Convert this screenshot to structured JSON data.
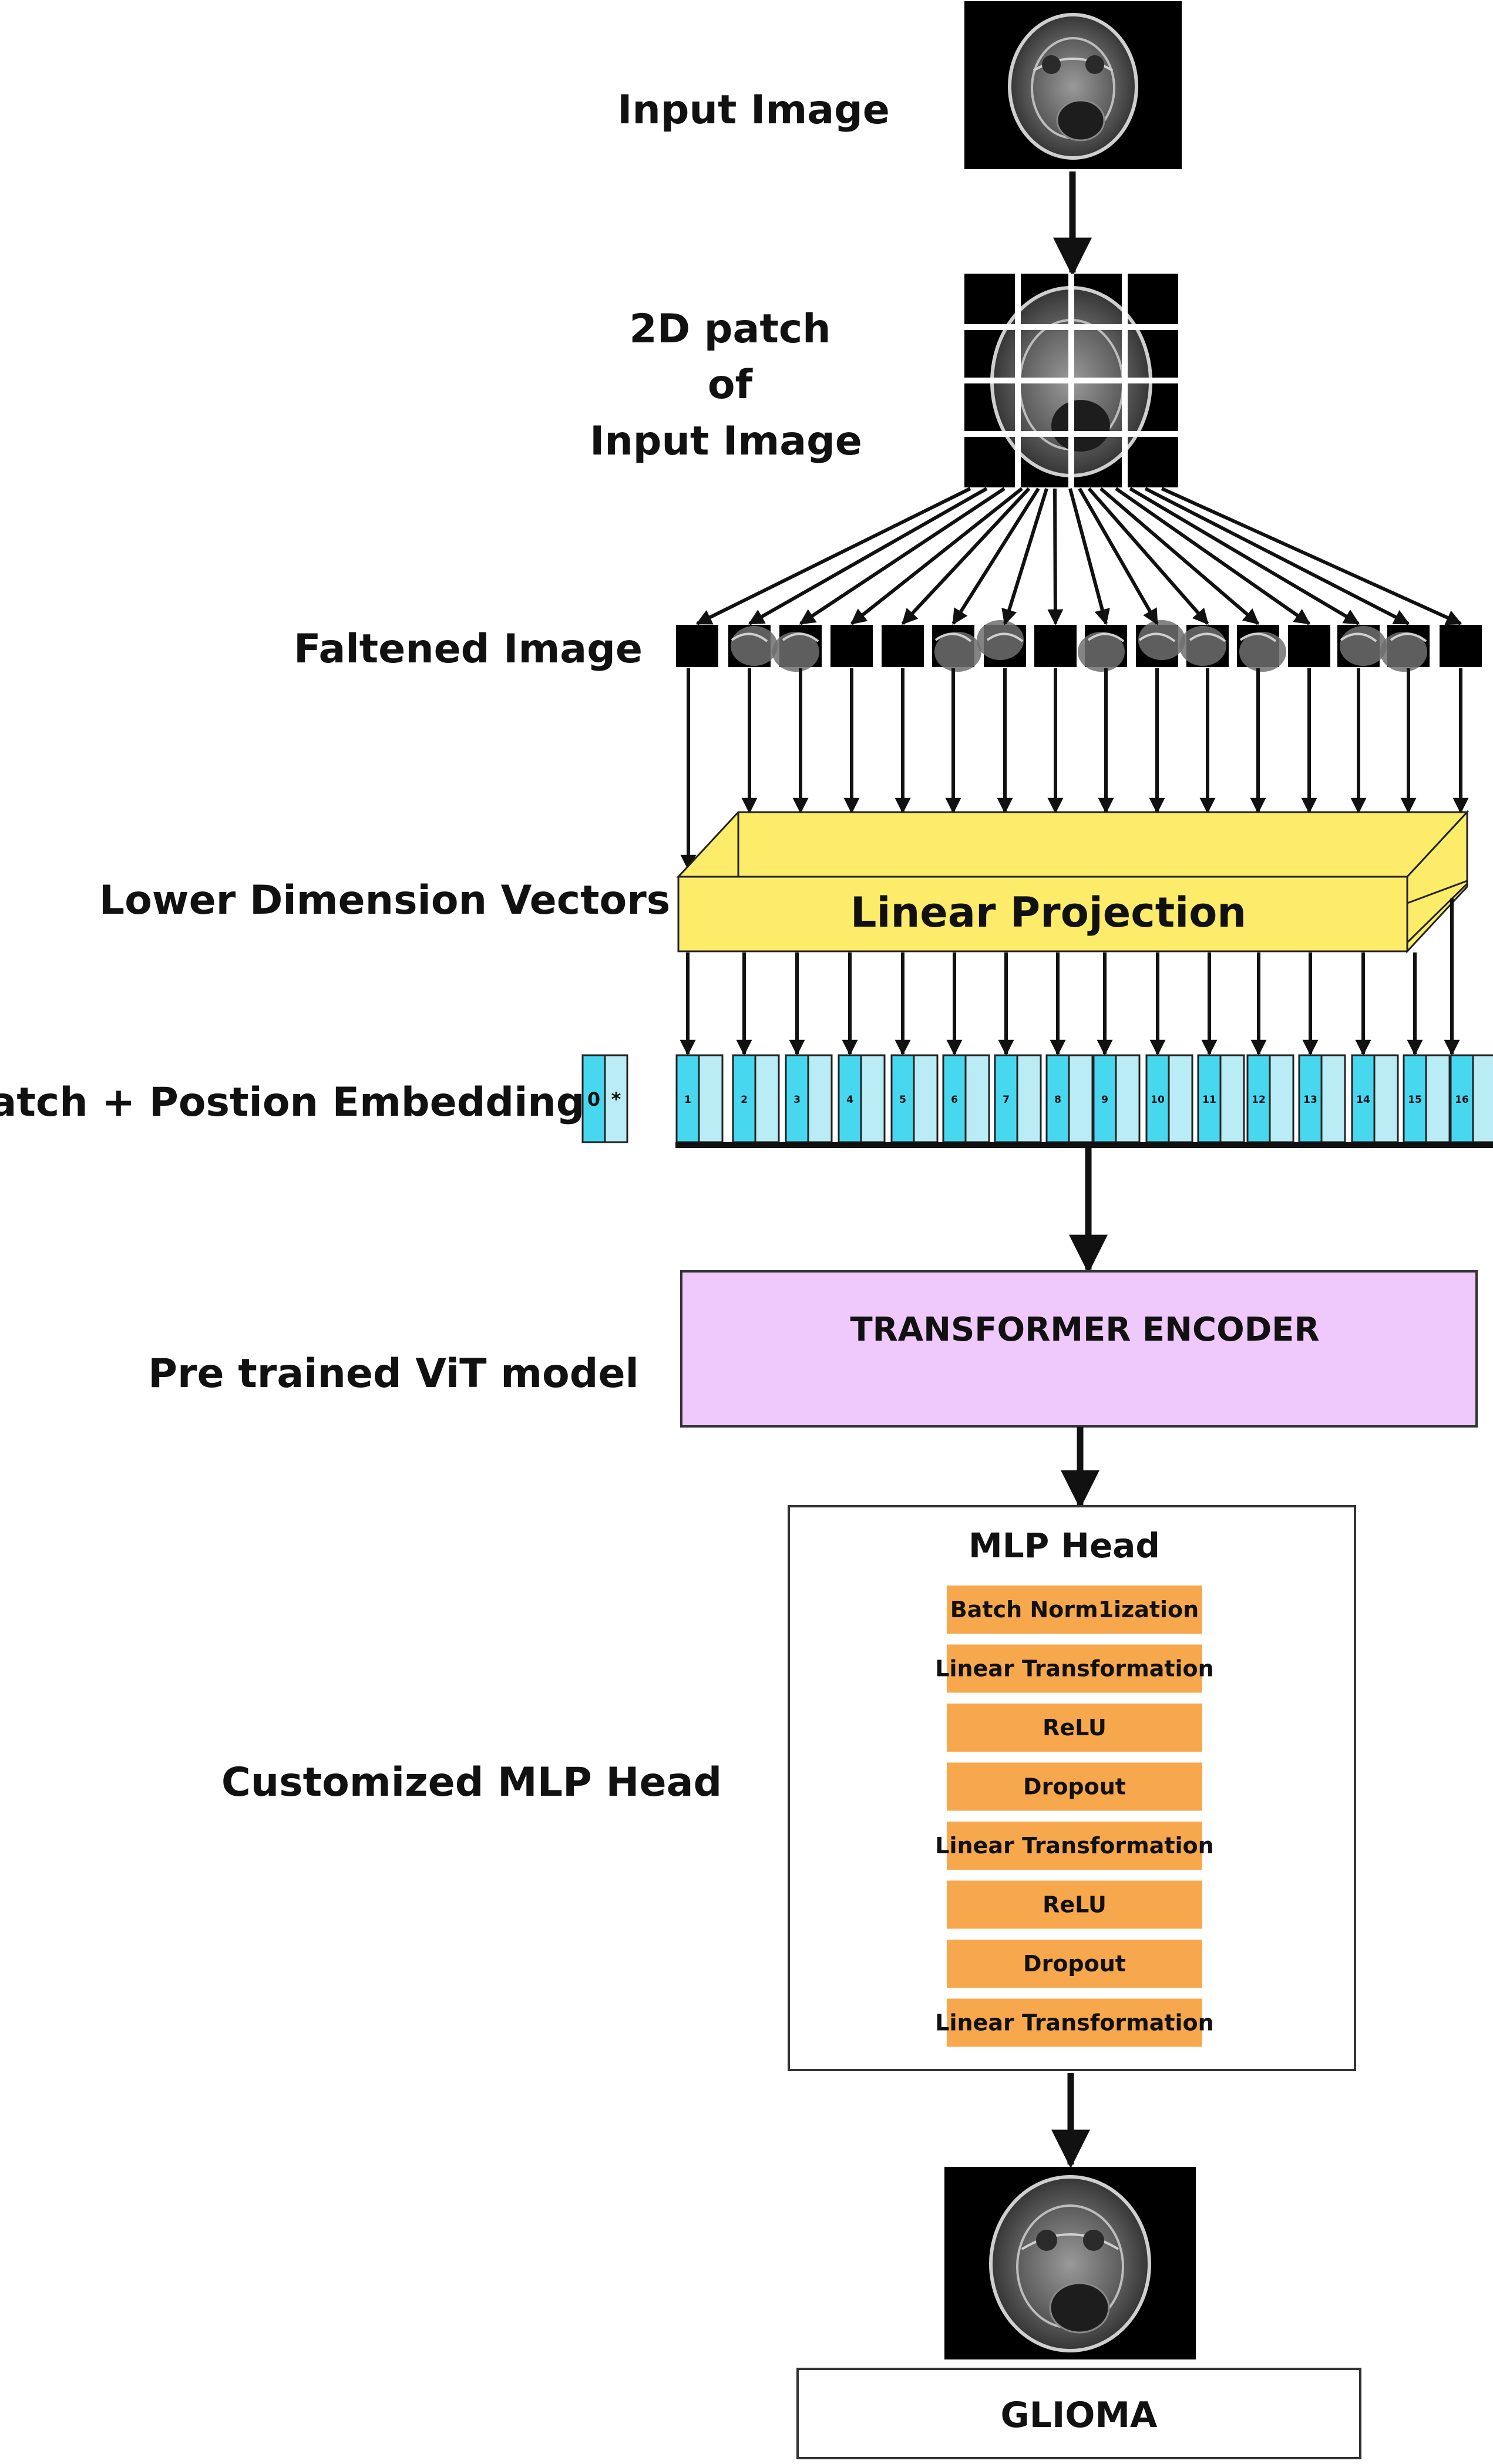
{
  "labels": {
    "input_image": "Input Image",
    "patch_line1": "2D patch",
    "patch_line2": "of",
    "patch_line3": "Input Image",
    "flattened": "Faltened Image",
    "lower_dim": "Lower Dimension Vectors",
    "embedding": "Patch + Postion Embedding",
    "pretrained": "Pre trained ViT model",
    "custom_head": "Customized MLP Head"
  },
  "linear_projection": "Linear Projection",
  "cls_token": {
    "index": "0",
    "marker": "*"
  },
  "patch_numbers": [
    "1",
    "2",
    "3",
    "4",
    "5",
    "6",
    "7",
    "8",
    "9",
    "10",
    "11",
    "12",
    "13",
    "14",
    "15",
    "16"
  ],
  "encoder": "TRANSFORMER ENCODER",
  "mlp_head": {
    "title": "MLP Head",
    "layers": [
      "Batch Norm1ization",
      "Linear Transformation",
      "ReLU",
      "Dropout",
      "Linear Transformation",
      "ReLU",
      "Dropout",
      "Linear Transformation"
    ]
  },
  "output_label": "GLIOMA",
  "colors": {
    "projection": "#fcec6a",
    "embedding_dark": "#47d8f0",
    "embedding_light": "#b9ecf4",
    "encoder": "#efc9fb",
    "layer": "#f8a84c",
    "scan_bg": "#000000",
    "scan_tissue": "#8a8a8a"
  }
}
